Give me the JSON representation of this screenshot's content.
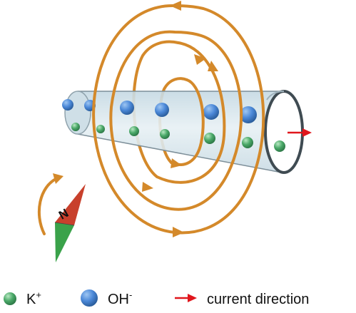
{
  "legend": {
    "k_ion": {
      "symbol": "K",
      "charge": "+"
    },
    "oh_ion": {
      "symbol": "OH",
      "charge": "-"
    },
    "current": {
      "label": "current direction"
    }
  },
  "compass": {
    "north_label": "N"
  },
  "colors": {
    "field_lines": "#d4892a",
    "current_arrow": "#e0161c",
    "k_ion": "#3f9e5e",
    "oh_ion": "#3d7ed0",
    "tube_fill": "#d8e7ee",
    "tube_outline": "#5d6e78",
    "magnet_north": "#c8402c",
    "magnet_south": "#3aa24a"
  }
}
